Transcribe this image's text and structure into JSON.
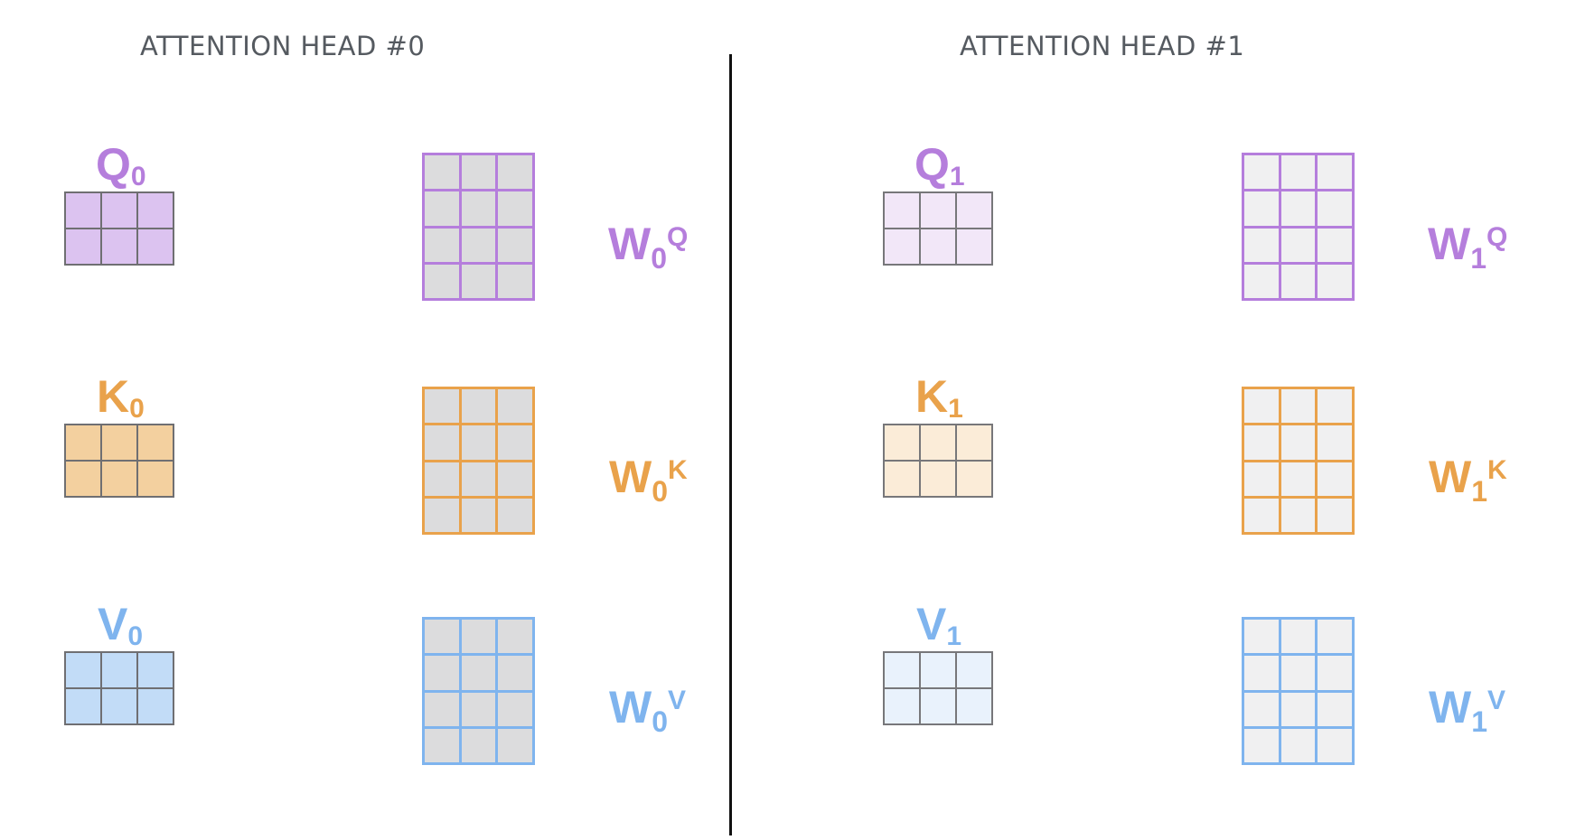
{
  "colors": {
    "query": "#b57edc",
    "key": "#e9a24b",
    "value": "#7fb4ee"
  },
  "heads": [
    {
      "title": "ATTENTION HEAD #0",
      "index": "0",
      "rows": [
        {
          "vector": "Q",
          "weight": "W",
          "superscript": "Q",
          "role": "query"
        },
        {
          "vector": "K",
          "weight": "W",
          "superscript": "K",
          "role": "key"
        },
        {
          "vector": "V",
          "weight": "W",
          "superscript": "V",
          "role": "value"
        }
      ]
    },
    {
      "title": "ATTENTION HEAD #1",
      "index": "1",
      "rows": [
        {
          "vector": "Q",
          "weight": "W",
          "superscript": "Q",
          "role": "query"
        },
        {
          "vector": "K",
          "weight": "W",
          "superscript": "K",
          "role": "key"
        },
        {
          "vector": "V",
          "weight": "W",
          "superscript": "V",
          "role": "value"
        }
      ]
    }
  ]
}
